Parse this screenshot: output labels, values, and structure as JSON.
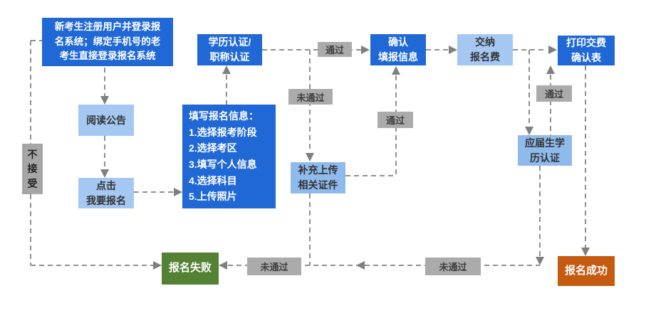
{
  "diagram": {
    "nodes": {
      "register": {
        "text": "新考生注册用户并登录报\n名系统；绑定手机号的老\n考生直接登录报名系统"
      },
      "read_notice": {
        "text": "阅读公告"
      },
      "click_apply": {
        "text": "点击\n我要报名"
      },
      "not_accept": {
        "text": "不\n接\n受"
      },
      "fill_info": {
        "text": "填写报名信息：\n1.选择报考阶段\n2.选择考区\n3.填写个人信息\n4.选择科目\n5.上传照片"
      },
      "credential_auth": {
        "text": "学历认证/\n职称认证"
      },
      "confirm_info": {
        "text": "确认\n填报信息"
      },
      "pay_fee": {
        "text": "交纳\n报名费"
      },
      "print_confirm": {
        "text": "打印交费\n确认表"
      },
      "supplement_upload": {
        "text": "补充上传\n相关证件"
      },
      "fresh_grad_auth": {
        "text": "应届生学\n历认证"
      },
      "fail": {
        "text": "报名失败"
      },
      "success": {
        "text": "报名成功"
      }
    },
    "labels": {
      "pass_1": "通过",
      "fail_1": "未通过",
      "pass_2": "通过",
      "pass_3": "通过",
      "fail_2": "未通过",
      "fail_3": "未通过"
    },
    "colors": {
      "primary_blue": "#2068d6",
      "light_blue_a": "#a5c8f2",
      "light_blue_b": "#8fbaec",
      "gray_label": "#ababab",
      "gray_box": "#a6a6a6",
      "green": "#548235",
      "orange": "#c55a11",
      "line_gray": "#909090",
      "arrow_gray": "#7f7f7f"
    }
  }
}
